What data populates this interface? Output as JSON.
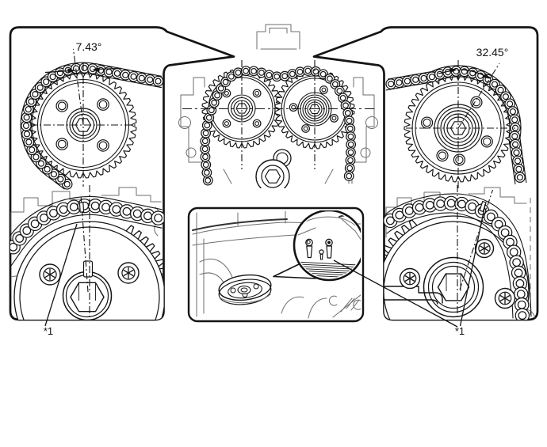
{
  "figure": {
    "title": "Timing gear alignment diagram",
    "type": "technical-line-art",
    "background": "#ffffff",
    "line_color": "#141414",
    "detail_line_color": "#6e6e6e"
  },
  "annotations": {
    "left_gear_angle": {
      "label": "7.43°",
      "value_deg": 7.43
    },
    "right_gear_angle": {
      "label": "32.45°",
      "value_deg": 32.45
    },
    "left_timing_mark": {
      "label": "*1"
    },
    "right_timing_mark": {
      "label": "*1"
    }
  }
}
